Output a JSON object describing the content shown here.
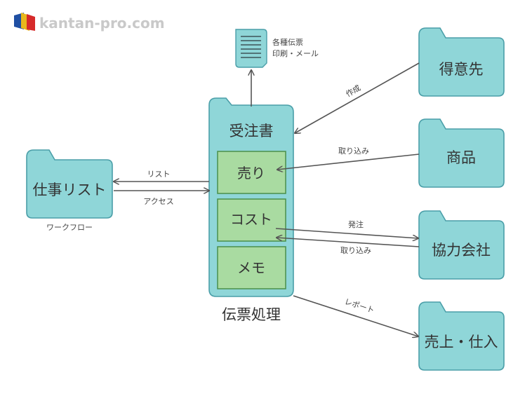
{
  "logo": {
    "text": "kantan-pro.com"
  },
  "nodes": {
    "order_form": "受注書",
    "sales": "売り",
    "cost": "コスト",
    "memo": "メモ",
    "slip_processing": "伝票処理",
    "work_list": "仕事リスト",
    "workflow": "ワークフロー",
    "customer": "得意先",
    "product": "商品",
    "partner": "協力会社",
    "sales_purchase": "売上・仕入",
    "print_line1": "各種伝票",
    "print_line2": "印刷・メール"
  },
  "edges": {
    "create": "作成",
    "import_product": "取り込み",
    "list": "リスト",
    "access": "アクセス",
    "order": "発注",
    "import_partner": "取り込み",
    "report": "レポート"
  },
  "colors": {
    "folder_fill": "#8fd6d8",
    "folder_stroke": "#4a9ea8",
    "section_fill": "#a9dba1",
    "section_stroke": "#4a8f4a",
    "arrow": "#555555"
  }
}
